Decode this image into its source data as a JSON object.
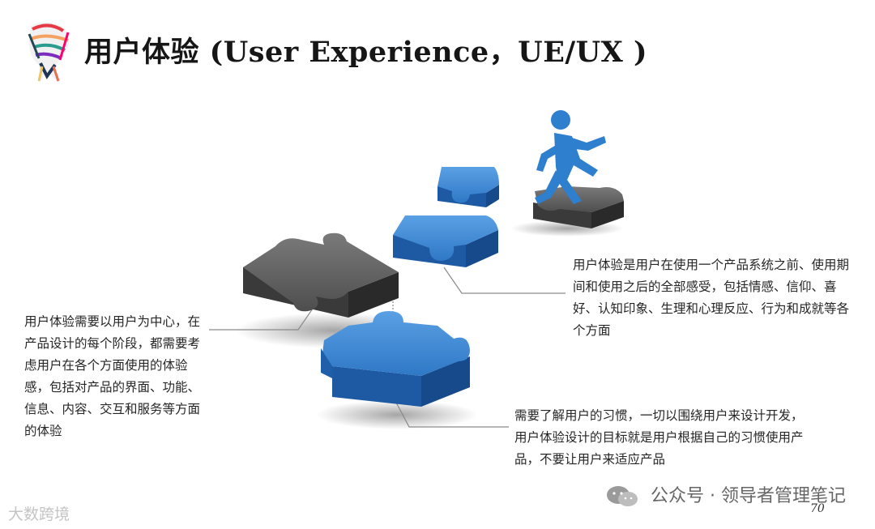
{
  "header": {
    "title": "用户体验 (User Experience，UE/UX )"
  },
  "descriptions": {
    "left": "用户体验需要以用户为中心，在产品设计的每个阶段，都需要考虑用户在各个方面使用的体验感，包括对产品的界面、功能、信息、内容、交互和服务等方面的体验",
    "right": "用户体验是用户在使用一个产品系统之前、使用期间和使用之后的全部感受，包括情感、信仰、喜好、认知印象、生理和心理反应、行为和成就等各个方面",
    "bottom": "需要了解用户的习惯，一切以围绕用户来设计开发，用户体验设计的目标就是用户根据自己的习惯使用产品，不要让用户来适应产品"
  },
  "footer": {
    "watermark": "公众号 · 领导者管理笔记",
    "source": "大数跨境",
    "page_number": "70"
  },
  "colors": {
    "blue_top": "#4a8fd6",
    "blue_side": "#1f5ea8",
    "gray_top": "#6c6c6c",
    "gray_side": "#3c3c3c",
    "figure": "#2e7fce"
  },
  "icons": [
    "logo-icon",
    "running-man-icon",
    "wechat-icon"
  ]
}
